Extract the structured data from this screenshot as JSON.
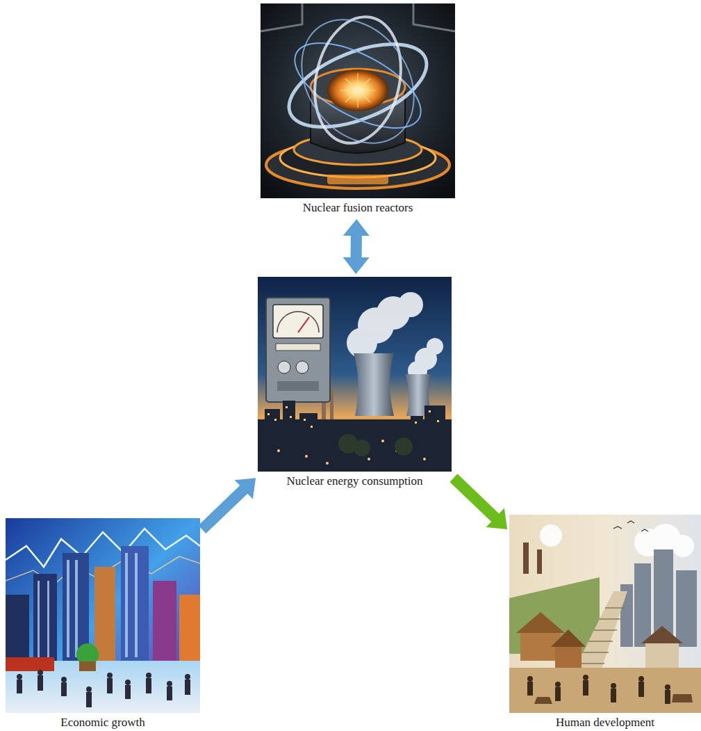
{
  "diagram": {
    "nodes": [
      {
        "text": [
          "Nuclear fusion reactors"
        ]
      },
      {
        "text": [
          "Nuclear energy consumption"
        ]
      },
      {
        "text": [
          "Economic growth"
        ]
      },
      {
        "text": [
          "Human development"
        ]
      }
    ],
    "edges": [
      {
        "from": 0,
        "to": 1,
        "arrow": "both"
      },
      {
        "from": 2,
        "to": 1,
        "arrow": "to"
      },
      {
        "from": 1,
        "to": 3,
        "arrow": "to"
      }
    ]
  }
}
